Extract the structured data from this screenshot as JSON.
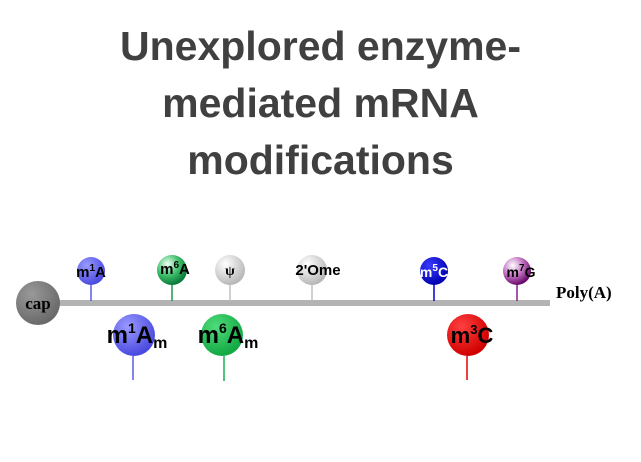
{
  "title": {
    "line1": "Unexplored enzyme-",
    "line2": "mediated mRNA",
    "line3": "modifications"
  },
  "strand": {
    "cap_label": "cap",
    "tail_label": "Poly(A)",
    "line_color": "#b3b3b3",
    "cap_color": "#7a7a7a"
  },
  "modifications_above": [
    {
      "base": "m",
      "sup": "1",
      "rest": "A",
      "color": "#5a5ae6"
    },
    {
      "base": "m",
      "sup": "6",
      "rest": "A",
      "color": "#1a9a4a"
    },
    {
      "base": "ψ",
      "sup": "",
      "rest": "",
      "color": "#d0d0d0"
    },
    {
      "base": "2'Ome",
      "sup": "",
      "rest": "",
      "color": "#d0d0d0"
    },
    {
      "base": "m",
      "sup": "5",
      "rest": "C",
      "color": "#0000cc"
    },
    {
      "base": "m",
      "sup": "7",
      "rest": "G",
      "color": "#8a1a8a"
    }
  ],
  "modifications_below": [
    {
      "base": "m",
      "sup": "1",
      "rest": "A",
      "sub": "m",
      "color": "#5a5ae6"
    },
    {
      "base": "m",
      "sup": "6",
      "rest": "A",
      "sub": "m",
      "color": "#1ab04a"
    },
    {
      "base": "m",
      "sup": "3",
      "rest": "C",
      "sub": "",
      "color": "#e60000"
    }
  ]
}
